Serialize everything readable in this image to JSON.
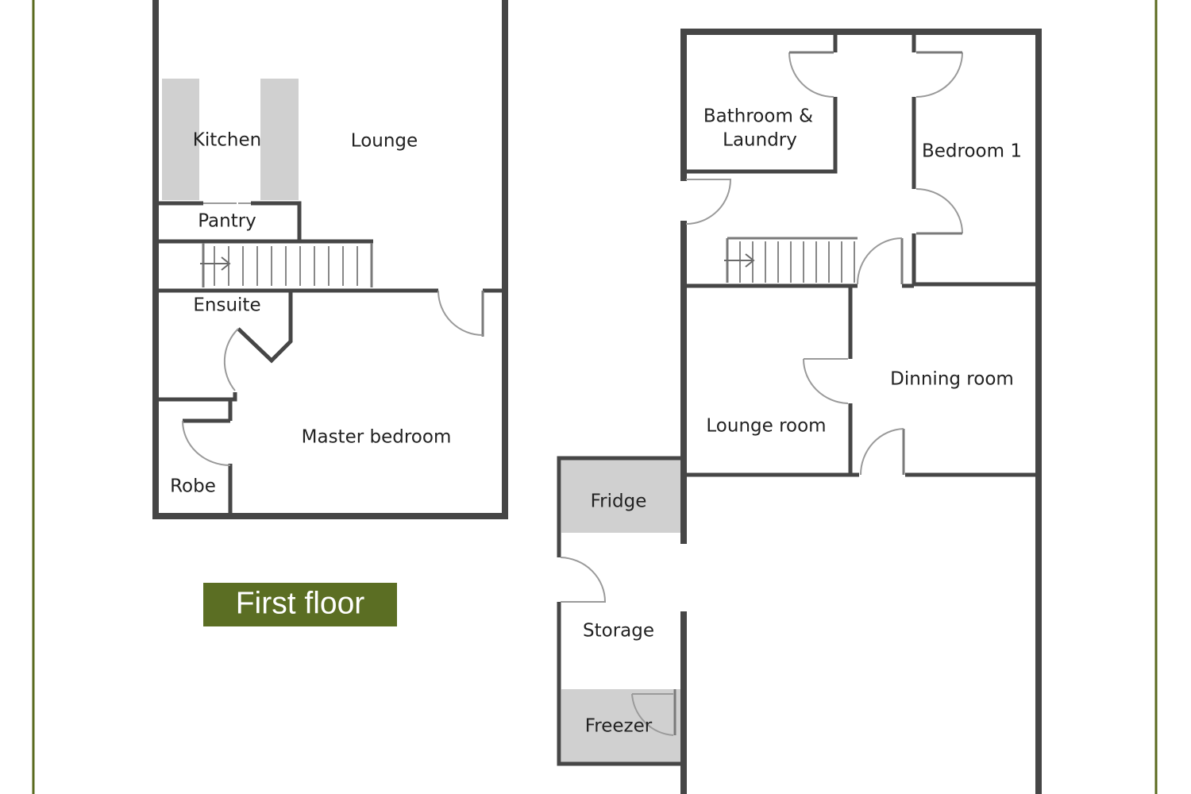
{
  "floor_label": "First floor",
  "colors": {
    "accent": "#5b6e23",
    "wall": "#464646",
    "fixture": "#d0d0d0"
  },
  "rooms": {
    "kitchen": "Kitchen",
    "lounge": "Lounge",
    "pantry": "Pantry",
    "ensuite": "Ensuite",
    "master_bedroom": "Master bedroom",
    "robe": "Robe",
    "bathroom_laundry_line1": "Bathroom &",
    "bathroom_laundry_line2": "Laundry",
    "bedroom_1": "Bedroom 1",
    "dinning_room": "Dinning room",
    "lounge_room": "Lounge room",
    "fridge": "Fridge",
    "storage": "Storage",
    "freezer": "Freezer"
  }
}
